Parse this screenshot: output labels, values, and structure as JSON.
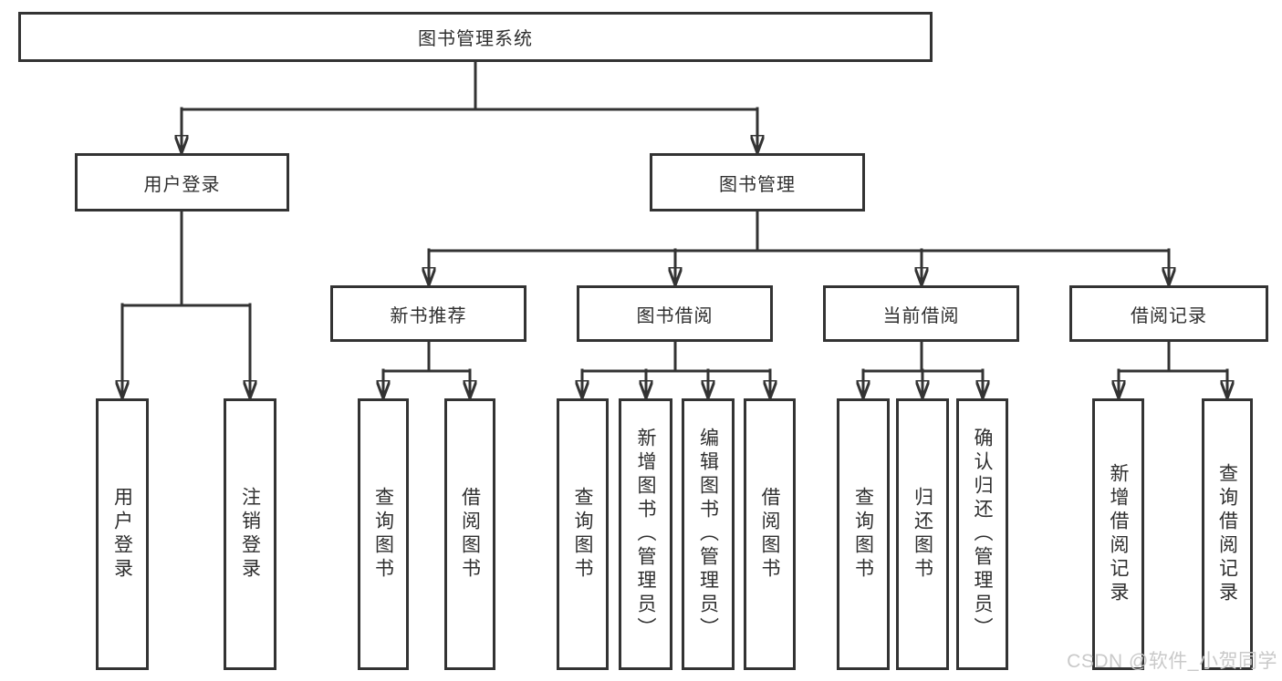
{
  "tree": {
    "label": "图书管理系统",
    "children": [
      {
        "label": "用户登录",
        "children": [
          {
            "label": "用户登录"
          },
          {
            "label": "注销登录"
          }
        ]
      },
      {
        "label": "图书管理",
        "children": [
          {
            "label": "新书推荐",
            "children": [
              {
                "label": "查询图书"
              },
              {
                "label": "借阅图书"
              }
            ]
          },
          {
            "label": "图书借阅",
            "children": [
              {
                "label": "查询图书"
              },
              {
                "label": "新增图书（管理员）"
              },
              {
                "label": "编辑图书（管理员）"
              },
              {
                "label": "借阅图书"
              }
            ]
          },
          {
            "label": "当前借阅",
            "children": [
              {
                "label": "查询图书"
              },
              {
                "label": "归还图书"
              },
              {
                "label": "确认归还（管理员）"
              }
            ]
          },
          {
            "label": "借阅记录",
            "children": [
              {
                "label": "新增借阅记录"
              },
              {
                "label": "查询借阅记录"
              }
            ]
          }
        ]
      }
    ]
  },
  "watermark": {
    "text": "CSDN @软件_小贺同学"
  },
  "colors": {
    "line": "#333333",
    "text": "#2f2f2f",
    "watermark": "#c9c9c9",
    "background": "#ffffff"
  }
}
